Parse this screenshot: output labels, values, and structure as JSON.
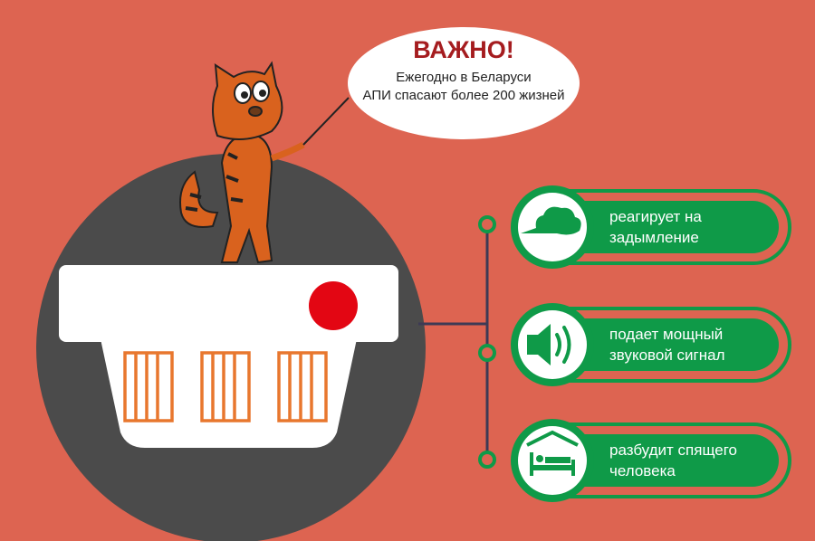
{
  "bubble": {
    "title": "ВАЖНО!",
    "line1": "Ежегодно в Беларуси",
    "line2": "АПИ спасают более 200 жизней"
  },
  "features": [
    {
      "icon": "smoke-cloud-icon",
      "line1": "реагирует на",
      "line2": "задымление"
    },
    {
      "icon": "speaker-icon",
      "line1": "подает мощный",
      "line2": "звуковой сигнал"
    },
    {
      "icon": "sleeping-person-icon",
      "line1": "разбудит спящего",
      "line2": "человека"
    }
  ],
  "colors": {
    "background": "#dd6451",
    "circle": "#4b4b4b",
    "green": "#0f9a48",
    "alarm_red": "#e30613",
    "vent_orange": "#e8772e",
    "title_red": "#a51c1f"
  }
}
